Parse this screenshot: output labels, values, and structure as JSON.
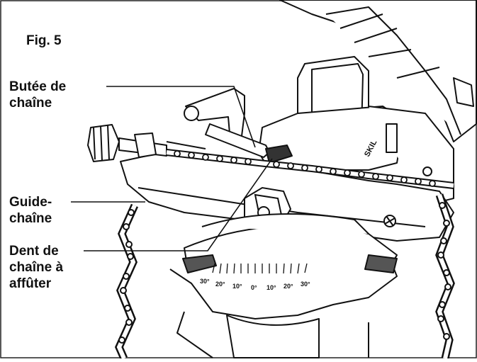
{
  "figure": {
    "title": "Fig. 5",
    "callouts": [
      {
        "id": "chain-stop",
        "lines": [
          "Butée de",
          "chaîne"
        ]
      },
      {
        "id": "chain-guide",
        "lines": [
          "Guide-",
          "chaîne"
        ]
      },
      {
        "id": "tooth",
        "lines": [
          "Dent de",
          "chaîne à",
          "affûter"
        ]
      }
    ],
    "device_brand": "SKIL",
    "scale_marks": [
      "30°",
      "20°",
      "10°",
      "0°",
      "10°",
      "20°",
      "30°"
    ]
  }
}
